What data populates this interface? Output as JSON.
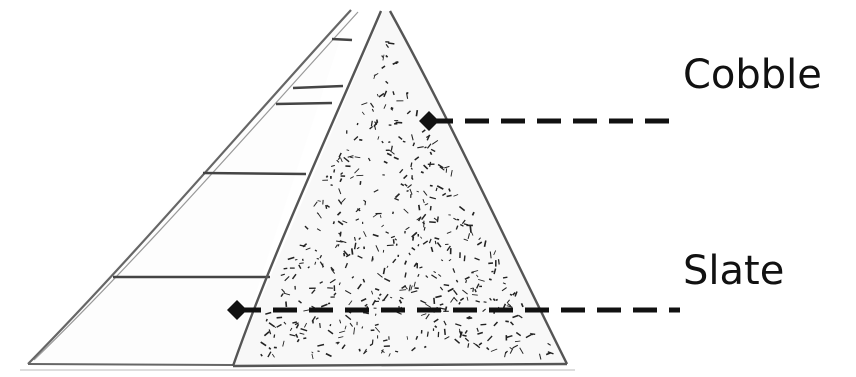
{
  "callouts": [
    {
      "id": "cobble",
      "label": "Cobble"
    },
    {
      "id": "slate",
      "label": "Slate"
    }
  ],
  "colors": {
    "ink": "#111111",
    "outline": "#555555",
    "face_fill": "#fbfbfb",
    "speckle": "#222222"
  }
}
